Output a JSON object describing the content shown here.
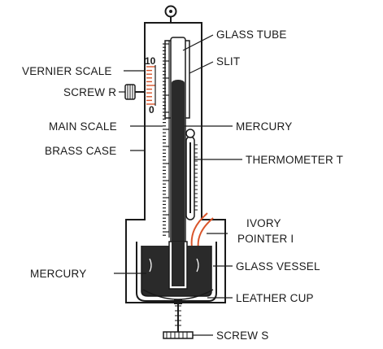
{
  "labels": {
    "glass_tube": "GLASS TUBE",
    "slit": "SLIT",
    "vernier_scale": "VERNIER SCALE",
    "screw_r": "SCREW R",
    "main_scale": "MAIN SCALE",
    "mercury_top": "MERCURY",
    "brass_case": "BRASS CASE",
    "thermometer": "THERMOMETER T",
    "ivory_line1": "IVORY",
    "ivory_line2": "POINTER I",
    "mercury_bottom": "MERCURY",
    "glass_vessel": "GLASS VESSEL",
    "leather_cup": "LEATHER CUP",
    "screw_s": "SCREW S"
  },
  "vernier_numbers": {
    "top": "10",
    "bottom": "0"
  },
  "colors": {
    "ink": "#1a1a1a",
    "mercury": "#2a2a2a",
    "vernier_accent": "#d9552b",
    "ivory_accent": "#d9552b"
  }
}
